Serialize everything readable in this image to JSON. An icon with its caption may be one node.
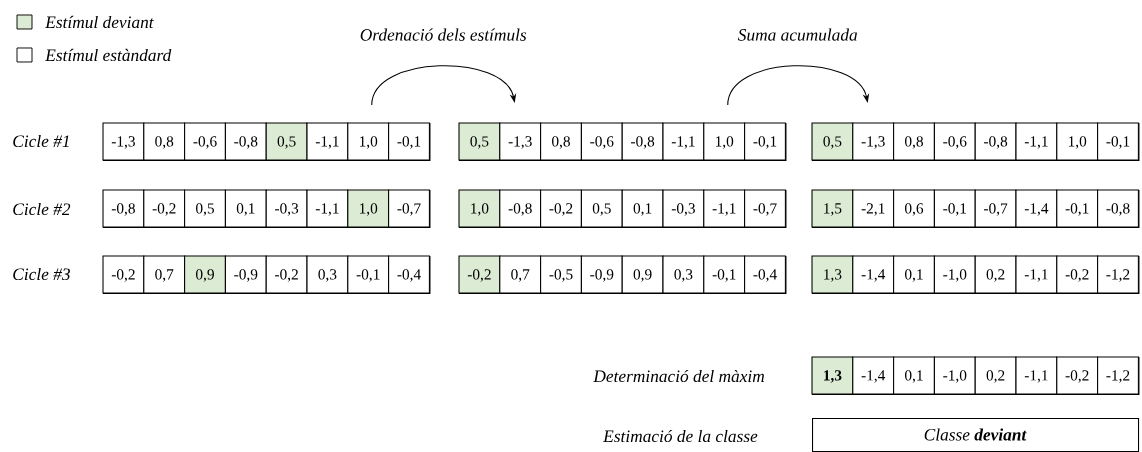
{
  "diagram": {
    "nodes": [
      {
        "text": [
          "-1,3",
          "0,8",
          "-0,6",
          "-0,8",
          "0,5",
          "-1,1",
          "1,0",
          "-0,1"
        ],
        "beside": [
          "Cicle #1"
        ]
      },
      {
        "text": [
          "0,5",
          "-1,3",
          "0,8",
          "-0,6",
          "-0,8",
          "-1,1",
          "1,0",
          "-0,1"
        ]
      },
      {
        "text": [
          "0,5",
          "-1,3",
          "0,8",
          "-0,6",
          "-0,8",
          "-1,1",
          "1,0",
          "-0,1"
        ]
      },
      {
        "text": [
          "-0,8",
          "-0,2",
          "0,5",
          "0,1",
          "-0,3",
          "-1,1",
          "1,0",
          "-0,7"
        ],
        "beside": [
          "Cicle #2"
        ]
      },
      {
        "text": [
          "1,0",
          "-0,8",
          "-0,2",
          "0,5",
          "0,1",
          "-0,3",
          "-1,1",
          "-0,7"
        ]
      },
      {
        "text": [
          "1,5",
          "-2,1",
          "0,6",
          "-0,1",
          "-0,7",
          "-1,4",
          "-0,1",
          "-0,8"
        ]
      },
      {
        "text": [
          "-0,2",
          "0,7",
          "0,9",
          "-0,9",
          "-0,2",
          "0,3",
          "-0,1",
          "-0,4"
        ],
        "beside": [
          "Cicle #3"
        ]
      },
      {
        "text": [
          "-0,2",
          "0,7",
          "-0,5",
          "-0,9",
          "0,9",
          "0,3",
          "-0,1",
          "-0,4"
        ]
      },
      {
        "text": [
          "1,3",
          "-1,4",
          "0,1",
          "-1,0",
          "0,2",
          "-1,1",
          "-0,2",
          "-1,2"
        ]
      },
      {
        "text": [
          "1,3",
          "-1,4",
          "0,1",
          "-1,0",
          "0,2",
          "-1,1",
          "-0,2",
          "-1,2"
        ],
        "beside": [
          "Determinació del màxim"
        ]
      },
      {
        "text": [
          "Classe **deviant**"
        ],
        "beside": [
          "Estimació de la classe"
        ]
      }
    ],
    "edges": [
      {
        "from": 0,
        "to": 1,
        "arrow": "to",
        "label": "Ordenació dels estímuls"
      },
      {
        "from": 1,
        "to": 2,
        "arrow": "to",
        "label": "Suma acumulada"
      }
    ],
    "legend": [
      {
        "text": "Estímul deviant",
        "color": "#dcebd3"
      },
      {
        "text": "Estímul estàndard"
      }
    ]
  }
}
